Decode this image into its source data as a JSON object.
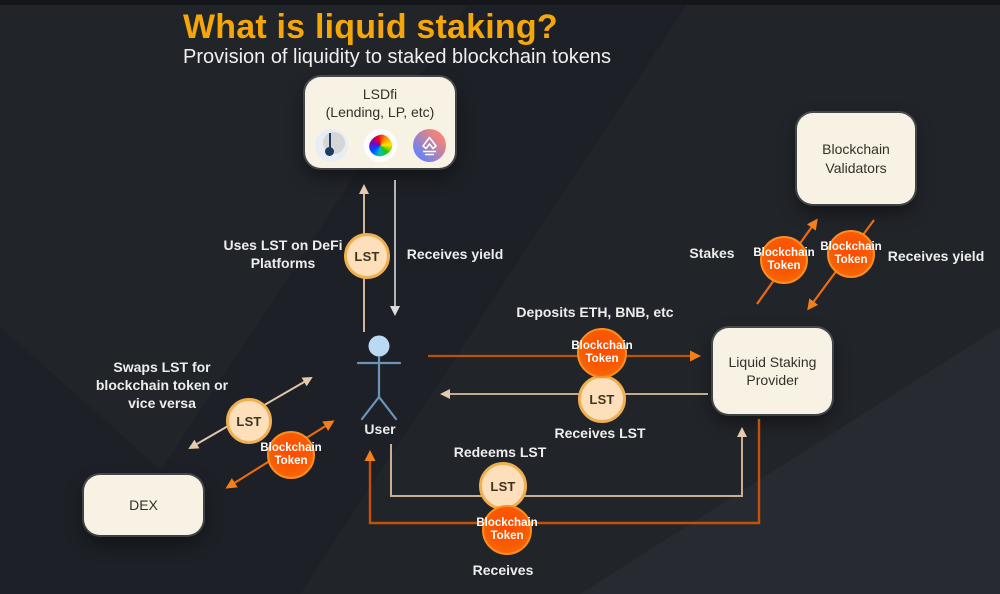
{
  "page": {
    "title": "What is liquid staking?",
    "subtitle": "Provision of liquidity to staked blockchain tokens"
  },
  "palette": {
    "title_accent": "#F5A70A",
    "background": "#212429",
    "node_fill": "#F7F2E4",
    "blockchain_token_fill": "#F75B02",
    "lst_fill": "#FDDFBB",
    "lst_border": "#F0B052",
    "arrow_orange": "#EE6A10",
    "arrow_tan": "#D2B496",
    "arrow_light": "#DADADA"
  },
  "nodes": {
    "lsdfi": {
      "title": "LSDfi",
      "subtitle": "(Lending, LP, etc)",
      "icons": [
        {
          "name": "pendle-icon"
        },
        {
          "name": "curve-icon"
        },
        {
          "name": "gradient-scale-icon"
        }
      ]
    },
    "validators": {
      "label": "Blockchain Validators"
    },
    "provider": {
      "label": "Liquid Staking Provider"
    },
    "dex": {
      "label": "DEX"
    },
    "user": {
      "label": "User"
    }
  },
  "labels": {
    "lst": "LST",
    "blockchain_token": "Blockchain Token"
  },
  "edge_labels": {
    "uses_lst": "Uses LST on DeFi Platforms",
    "receives_yield_top": "Receives yield",
    "deposits": "Deposits ETH, BNB, etc",
    "receives_lst": "Receives LST",
    "stakes": "Stakes",
    "receives_yield_right": "Receives yield",
    "swaps": "Swaps LST for blockchain token or vice versa",
    "redeems_lst": "Redeems LST",
    "receives_bottom": "Receives"
  }
}
